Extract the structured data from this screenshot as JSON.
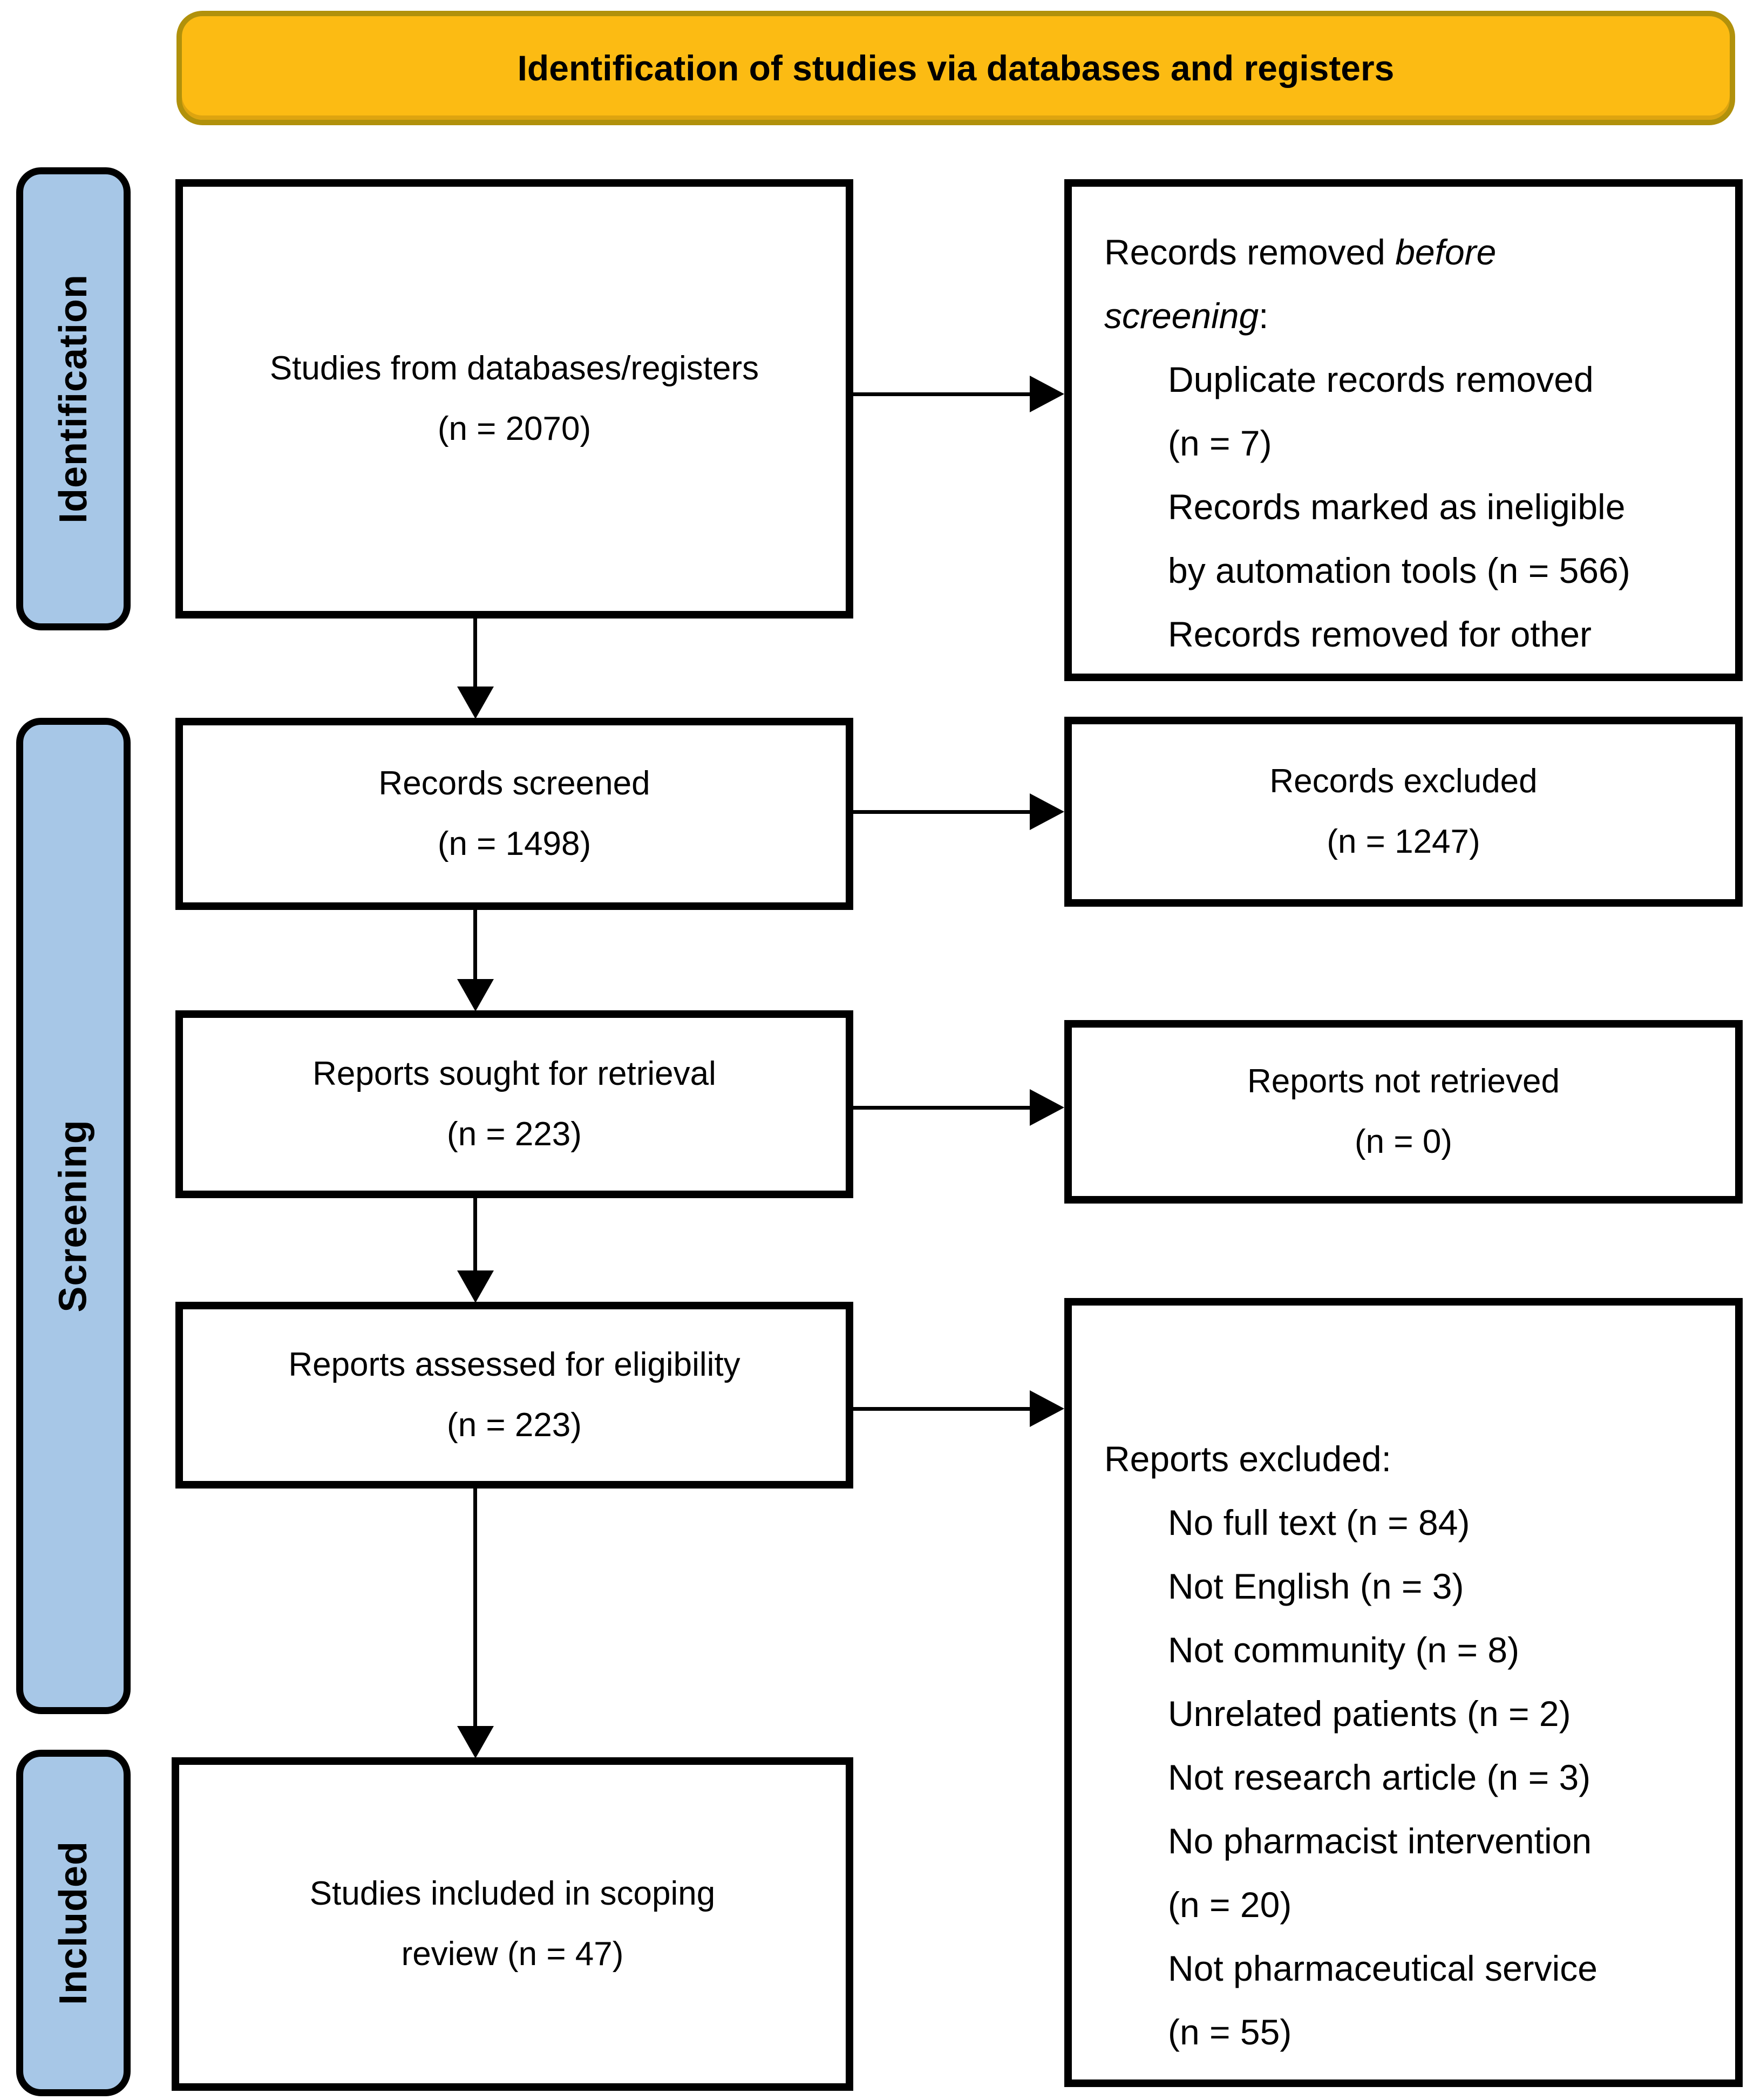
{
  "title": "Identification of studies via databases and registers",
  "colors": {
    "banner_fill": "#FCBB13",
    "banner_border": "#B1910B",
    "stage_fill": "#A7C7E7",
    "arrow_and_border": "#000000"
  },
  "stages": {
    "identification": "Identification",
    "screening": "Screening",
    "included": "Included"
  },
  "boxes": {
    "studies": {
      "lines": [
        "Studies from databases/registers",
        "(n = 2070)"
      ]
    },
    "removed": {
      "heading": {
        "l1_normal": "Records removed ",
        "l1_italic": "before",
        "l2_italic": "screening",
        "l2_suffix": ":"
      },
      "items": [
        {
          "lines": [
            "Duplicate records removed",
            "(n = 7)"
          ]
        },
        {
          "lines": [
            "Records marked as ineligible",
            "by automation tools (n = 566)"
          ]
        },
        {
          "lines": [
            "Records removed for other"
          ]
        }
      ]
    },
    "screened": {
      "lines": [
        "Records screened",
        "(n = 1498)"
      ]
    },
    "records_excluded": {
      "lines": [
        "Records excluded",
        "(n = 1247)"
      ]
    },
    "sought": {
      "lines": [
        "Reports sought for retrieval",
        "(n = 223)"
      ]
    },
    "not_retrieved": {
      "lines": [
        "Reports not retrieved",
        "(n = 0)"
      ]
    },
    "assessed": {
      "lines": [
        "Reports assessed for eligibility",
        "(n = 223)"
      ]
    },
    "reports_excluded": {
      "heading": "Reports excluded:",
      "items": [
        {
          "lines": [
            "No full text (n = 84)"
          ]
        },
        {
          "lines": [
            "Not English (n = 3)"
          ]
        },
        {
          "lines": [
            "Not community (n = 8)"
          ]
        },
        {
          "lines": [
            "Unrelated patients (n = 2)"
          ]
        },
        {
          "lines": [
            "Not research article (n = 3)"
          ]
        },
        {
          "lines": [
            "No pharmacist intervention",
            "(n = 20)"
          ]
        },
        {
          "lines": [
            "Not pharmaceutical service",
            "(n = 55)"
          ]
        }
      ]
    },
    "included_final": {
      "lines": [
        "Studies included in scoping",
        "review (n = 47)"
      ]
    }
  }
}
